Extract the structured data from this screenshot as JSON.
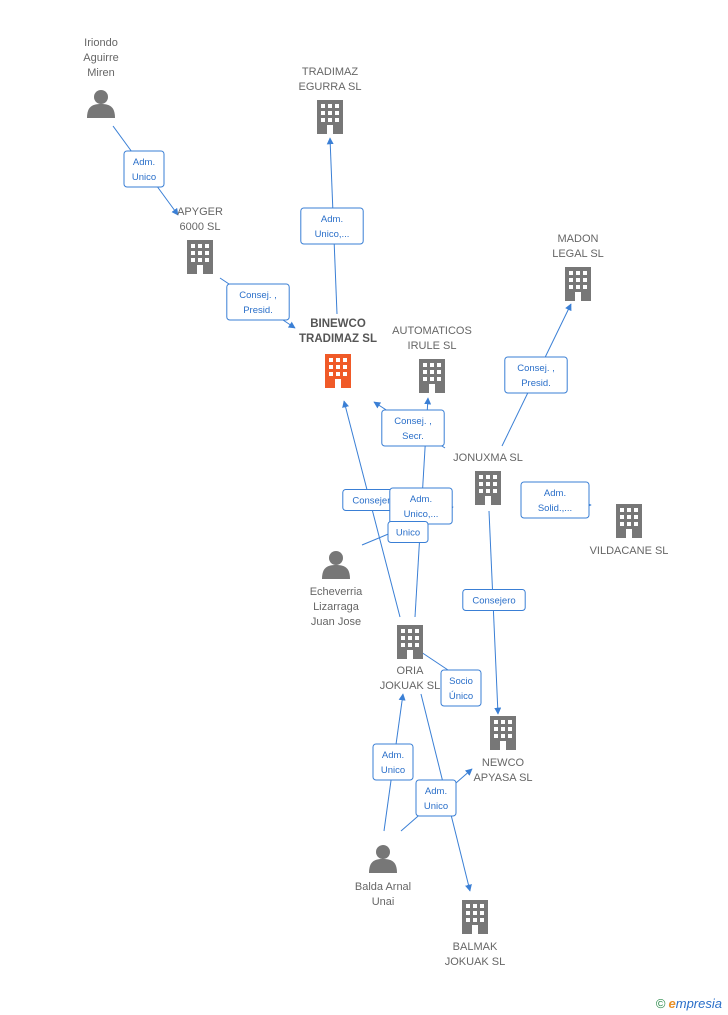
{
  "colors": {
    "edge": "#3a7fd5",
    "company": "#777777",
    "company_main": "#f05a28",
    "person": "#777777"
  },
  "nodes": [
    {
      "id": "iriondo",
      "kind": "person",
      "lines": [
        "Iriondo",
        "Aguirre",
        "Miren"
      ]
    },
    {
      "id": "tradimaz_egurra",
      "kind": "company",
      "lines": [
        "TRADIMAZ",
        "EGURRA SL"
      ]
    },
    {
      "id": "apyger",
      "kind": "company",
      "lines": [
        "APYGER",
        "6000 SL"
      ]
    },
    {
      "id": "madon",
      "kind": "company",
      "lines": [
        "MADON",
        "LEGAL SL"
      ]
    },
    {
      "id": "binewco",
      "kind": "company_main",
      "lines": [
        "BINEWCO",
        "TRADIMAZ SL"
      ]
    },
    {
      "id": "automaticos",
      "kind": "company",
      "lines": [
        "AUTOMATICOS",
        "IRULE SL"
      ]
    },
    {
      "id": "jonuxma",
      "kind": "company",
      "lines": [
        "JONUXMA SL"
      ]
    },
    {
      "id": "vildacane",
      "kind": "company",
      "lines": [
        "VILDACANE SL"
      ]
    },
    {
      "id": "echeverria",
      "kind": "person",
      "lines": [
        "Echeverria",
        "Lizarraga",
        "Juan Jose"
      ]
    },
    {
      "id": "oria",
      "kind": "company",
      "lines": [
        "ORIA",
        "JOKUAK SL"
      ]
    },
    {
      "id": "newco",
      "kind": "company",
      "lines": [
        "NEWCO",
        "APYASA SL"
      ]
    },
    {
      "id": "balda",
      "kind": "person",
      "lines": [
        "Balda Arnal",
        "Unai"
      ]
    },
    {
      "id": "balmak",
      "kind": "company",
      "lines": [
        "BALMAK",
        "JOKUAK SL"
      ]
    }
  ],
  "edges": [
    {
      "id": "e1",
      "label": [
        "Adm.",
        "Unico"
      ]
    },
    {
      "id": "e2",
      "label": [
        "Adm.",
        "Unico,..."
      ]
    },
    {
      "id": "e3",
      "label": [
        "Consej. ,",
        "Presid."
      ]
    },
    {
      "id": "e4",
      "label": [
        "Consej. ,",
        "Presid."
      ]
    },
    {
      "id": "e5",
      "label": [
        "Consej. ,",
        "Secr."
      ]
    },
    {
      "id": "e6",
      "label": [
        "Consejero"
      ]
    },
    {
      "id": "e7",
      "label": [
        "Adm.",
        "Unico,..."
      ]
    },
    {
      "id": "e8",
      "label": [
        "Unico"
      ]
    },
    {
      "id": "e9",
      "label": [
        "Adm.",
        "Solid.,..."
      ]
    },
    {
      "id": "e10",
      "label": [
        "Consejero"
      ]
    },
    {
      "id": "e11",
      "label": [
        "Socio",
        "Único"
      ]
    },
    {
      "id": "e12",
      "label": [
        "Adm.",
        "Unico"
      ]
    },
    {
      "id": "e13",
      "label": [
        "Adm.",
        "Unico"
      ]
    }
  ],
  "footer": {
    "copyright": "©",
    "brand_first": "e",
    "brand_rest": "mpresia"
  }
}
